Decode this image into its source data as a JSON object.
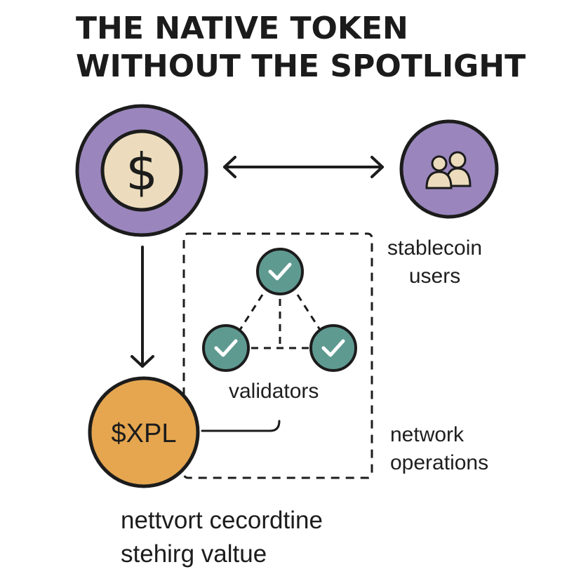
{
  "title": {
    "line1": "THE NATIVE TOKEN",
    "line2": "WITHOUT THE SPOTLIGHT"
  },
  "nodes": {
    "stablecoin_symbol": "$",
    "token_label": "$XPL",
    "users_icon": "users-icon",
    "validator_icon": "check-icon"
  },
  "labels": {
    "stablecoin_users": [
      "stablecoin",
      "users"
    ],
    "validators": "validators",
    "network_operations": [
      "network",
      "operations"
    ]
  },
  "caption": {
    "line1": "nettvort cecordtine",
    "line2": "stehirg valtue"
  },
  "colors": {
    "purple": "#9a86bd",
    "cream": "#ecdcbd",
    "teal": "#5f9a91",
    "orange": "#e5a64f",
    "ink": "#1c1c1c"
  }
}
